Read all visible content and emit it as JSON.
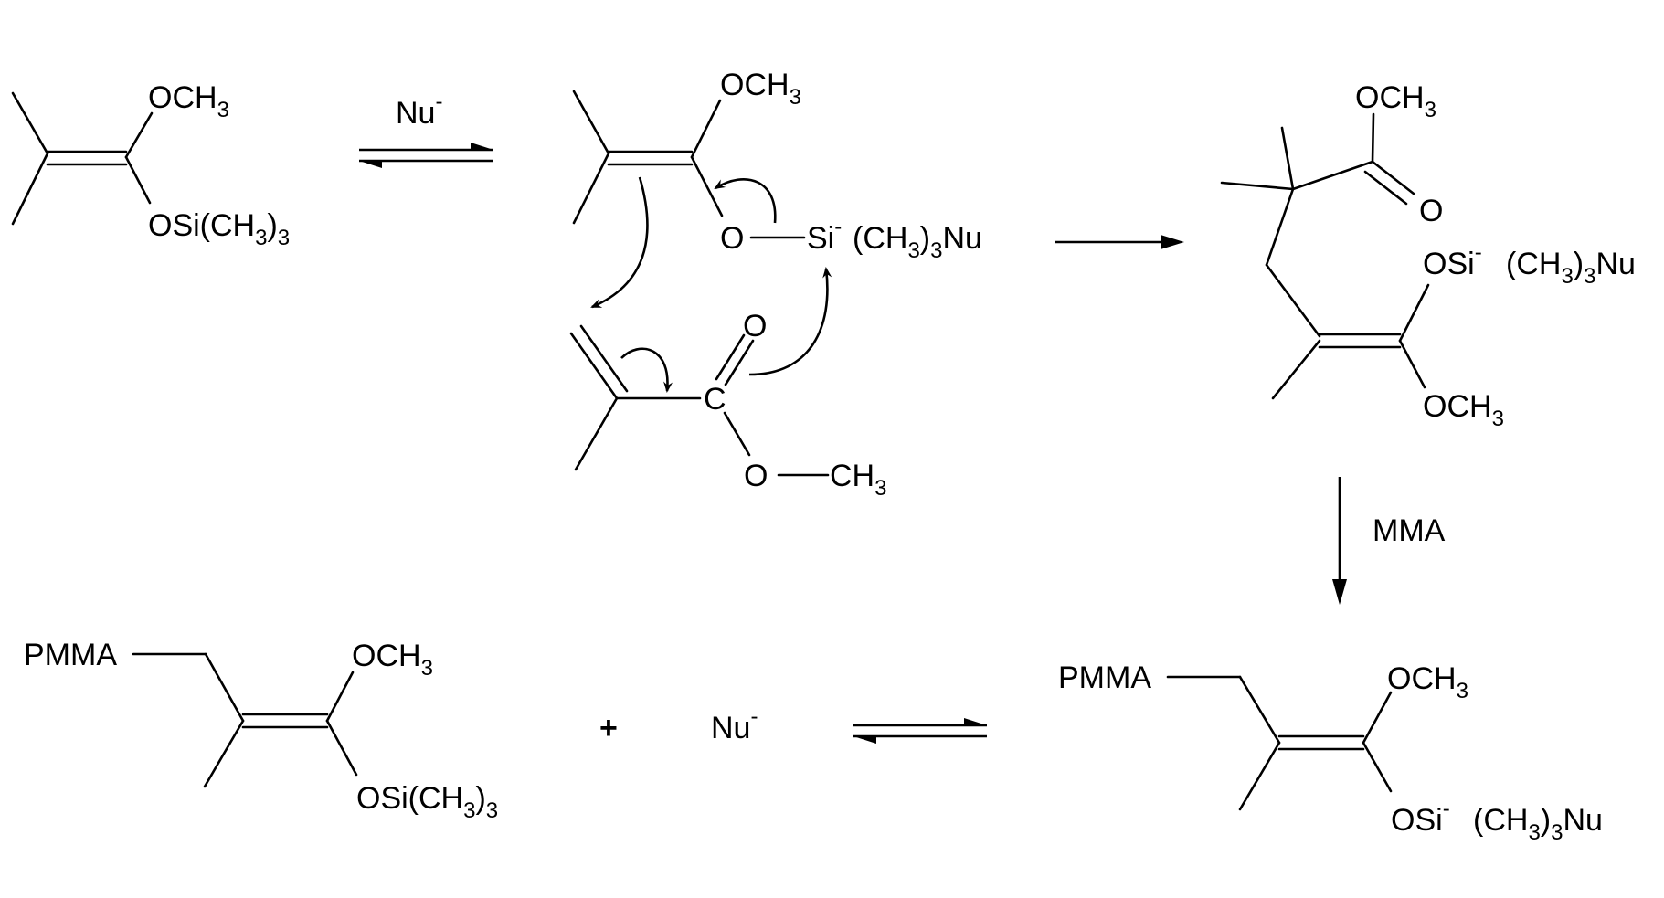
{
  "reactant": {
    "ome": "OCH",
    "ome_sub": "3",
    "otms_main": "OSi(CH",
    "otms_sub1": "3",
    "otms_close": ")",
    "otms_sub2": "3"
  },
  "step1": {
    "reagent_main": "Nu",
    "reagent_sup": "-"
  },
  "transition_state": {
    "ome": "OCH",
    "ome_sub": "3",
    "o": "O",
    "si": "Si",
    "si_sup": "-",
    "si_tail_main": "(CH",
    "si_tail_sub1": "3",
    "si_tail_close": ")",
    "si_tail_sub2": "3",
    "si_tail_end": "Nu",
    "mma_carbonyl_o": "O",
    "mma_c": "C",
    "mma_ester_o": "O",
    "mma_me": "CH",
    "mma_me_sub": "3"
  },
  "adduct": {
    "ome_top": "OCH",
    "ome_top_sub": "3",
    "carbonyl_o": "O",
    "osi_main": "OSi",
    "osi_sup": "-",
    "osi_tail_main": "(CH",
    "osi_tail_sub1": "3",
    "osi_tail_close": ")",
    "osi_tail_sub2": "3",
    "osi_tail_end": "Nu",
    "ome_bottom": "OCH",
    "ome_bottom_sub": "3"
  },
  "step3": {
    "reagent": "MMA"
  },
  "living_chain": {
    "pmma": "PMMA",
    "ome": "OCH",
    "ome_sub": "3",
    "osi_main": "OSi",
    "osi_sup": "-",
    "osi_tail_main": "(CH",
    "osi_tail_sub1": "3",
    "osi_tail_close": ")",
    "osi_tail_sub2": "3",
    "osi_tail_end": "Nu"
  },
  "dormant_chain": {
    "pmma": "PMMA",
    "ome": "OCH",
    "ome_sub": "3",
    "otms_main": "OSi(CH",
    "otms_sub1": "3",
    "otms_close": ")",
    "otms_sub2": "3"
  },
  "byproduct": {
    "plus": "+",
    "nu_main": "Nu",
    "nu_sup": "-"
  }
}
